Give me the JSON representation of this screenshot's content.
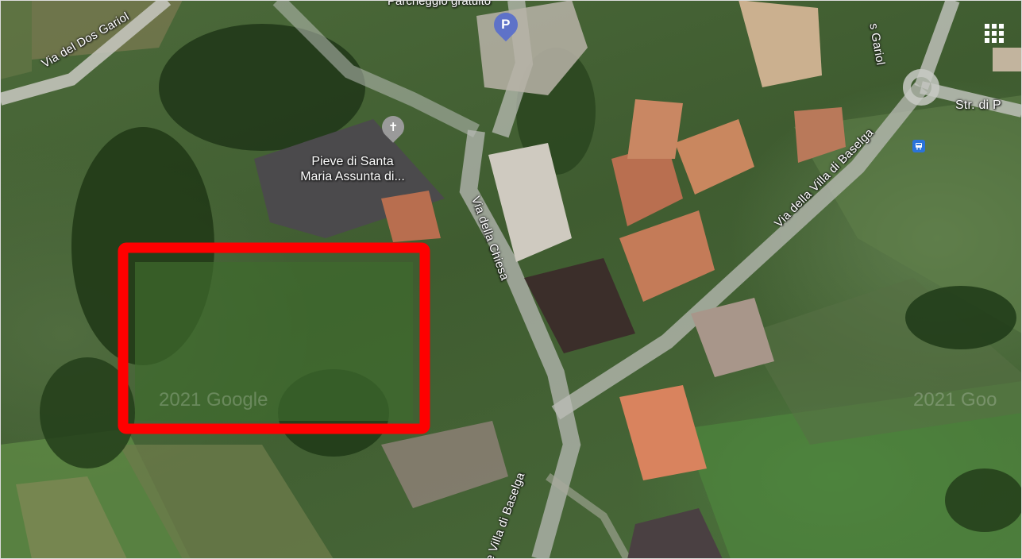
{
  "map": {
    "roads": [
      {
        "name": "Via del Dos Gariol"
      },
      {
        "name": "s Gariol"
      },
      {
        "name": "Str. di P"
      },
      {
        "name": "Via della Villa di Baselga"
      },
      {
        "name": "Via della Chiesa"
      },
      {
        "name": "e Villa di Baselga"
      }
    ],
    "pois": [
      {
        "name": "Parcheggio gratuito",
        "icon": "parking-pin-icon",
        "symbol": "P",
        "color": "#5e72c8"
      },
      {
        "name_line1": "Pieve di Santa",
        "name_line2": "Maria Assunta di...",
        "icon": "church-cross-icon",
        "symbol": "✝",
        "color": "#9a9a9a"
      },
      {
        "name": "bus-stop",
        "icon": "bus-stop-icon",
        "color": "#2a73d9"
      }
    ],
    "watermarks": [
      "2021 Google",
      "2021 Goo"
    ],
    "highlight": {
      "color": "#ff0000"
    },
    "controls": {
      "grid_icon": "apps-grid-icon"
    }
  }
}
